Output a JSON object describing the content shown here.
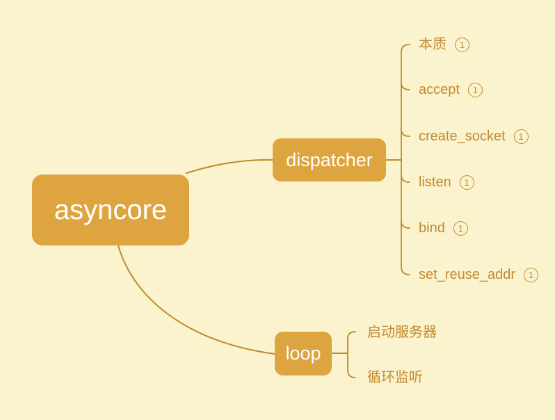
{
  "diagram": {
    "type": "mindmap",
    "root": {
      "label": "asyncore"
    },
    "branches": [
      {
        "label": "dispatcher",
        "children": [
          {
            "label": "本质",
            "badge": "1"
          },
          {
            "label": "accept",
            "badge": "1"
          },
          {
            "label": "create_socket",
            "badge": "1"
          },
          {
            "label": "listen",
            "badge": "1"
          },
          {
            "label": "bind",
            "badge": "1"
          },
          {
            "label": "set_reuse_addr",
            "badge": "1"
          }
        ]
      },
      {
        "label": "loop",
        "children": [
          {
            "label": "启动服务器"
          },
          {
            "label": "循环监听"
          }
        ]
      }
    ],
    "colors": {
      "background": "#FAF3CE",
      "node_fill": "#DEA43F",
      "node_text": "#FFFFFF",
      "connector": "#BE8A2B",
      "leaf_text": "#C18B2F"
    }
  }
}
